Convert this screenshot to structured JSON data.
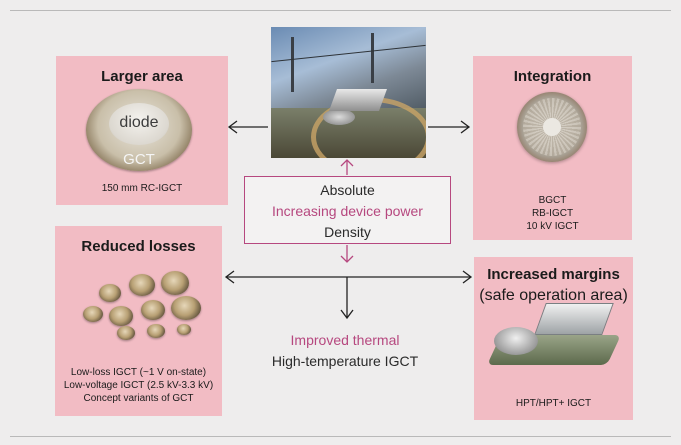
{
  "boxes": {
    "larger_area": {
      "title": "Larger area",
      "diode_label": "diode",
      "gct_label": "GCT",
      "caption": "150 mm RC-IGCT"
    },
    "integration": {
      "title": "Integration",
      "captions": [
        "BGCT",
        "RB-IGCT",
        "10 kV IGCT"
      ]
    },
    "reduced_losses": {
      "title": "Reduced losses",
      "captions": [
        "Low-loss IGCT (~1 V on-state)",
        "Low-voltage IGCT (2.5 kV-3.3 kV)",
        "Concept variants of GCT"
      ]
    },
    "increased_margins": {
      "title": "Increased margins",
      "subtitle": "(safe operation area)",
      "caption": "HPT/HPT+ IGCT"
    }
  },
  "center": {
    "line1": "Absolute",
    "line2": "Increasing device power",
    "line3": "Density"
  },
  "bottom": {
    "line1": "Improved thermal",
    "line2": "High-temperature IGCT"
  },
  "colors": {
    "box_fill": "#f2bcc4",
    "accent_pink": "#b6487f",
    "arrow_dark": "#222222"
  }
}
